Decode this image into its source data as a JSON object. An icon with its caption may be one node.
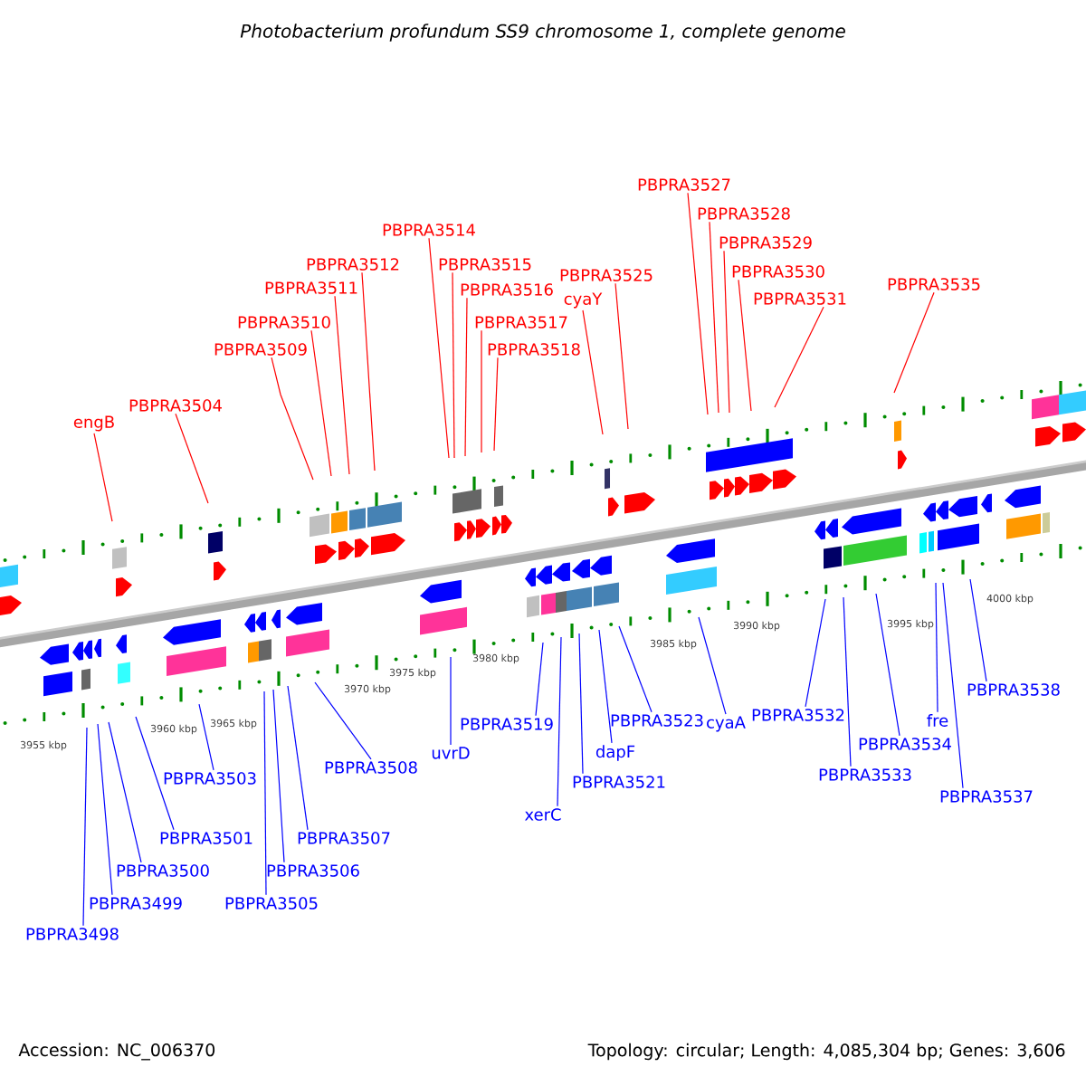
{
  "diagram": {
    "title": "Photobacterium profundum SS9 chromosome 1, complete genome",
    "nodes": [
      {
        "text": [
          "engB"
        ]
      },
      {
        "text": [
          "PBPRA3504"
        ]
      },
      {
        "text": [
          "PBPRA3509"
        ]
      },
      {
        "text": [
          "PBPRA3510"
        ]
      },
      {
        "text": [
          "PBPRA3511"
        ]
      },
      {
        "text": [
          "PBPRA3512"
        ]
      },
      {
        "text": [
          "PBPRA3514"
        ]
      },
      {
        "text": [
          "PBPRA3515"
        ]
      },
      {
        "text": [
          "PBPRA3516"
        ]
      },
      {
        "text": [
          "PBPRA3517"
        ]
      },
      {
        "text": [
          "PBPRA3518"
        ]
      },
      {
        "text": [
          "cyaY"
        ]
      },
      {
        "text": [
          "PBPRA3525"
        ]
      },
      {
        "text": [
          "PBPRA3527"
        ]
      },
      {
        "text": [
          "PBPRA3528"
        ]
      },
      {
        "text": [
          "PBPRA3530"
        ]
      },
      {
        "text": [
          "PBPRA3529"
        ]
      },
      {
        "text": [
          "PBPRA3531"
        ]
      },
      {
        "text": [
          "PBPRA3535"
        ]
      },
      {
        "text": [
          "PBPRA3498"
        ]
      },
      {
        "text": [
          "PBPRA3499"
        ]
      },
      {
        "text": [
          "PBPRA3500"
        ]
      },
      {
        "text": [
          "PBPRA3501"
        ]
      },
      {
        "text": [
          "PBPRA3503"
        ]
      },
      {
        "text": [
          "PBPRA3505"
        ]
      },
      {
        "text": [
          "PBPRA3506"
        ]
      },
      {
        "text": [
          "PBPRA3507"
        ]
      },
      {
        "text": [
          "PBPRA3508"
        ]
      },
      {
        "text": [
          "uvrD"
        ]
      },
      {
        "text": [
          "PBPRA3519"
        ]
      },
      {
        "text": [
          "xerC"
        ]
      },
      {
        "text": [
          "PBPRA3521"
        ]
      },
      {
        "text": [
          "dapF"
        ]
      },
      {
        "text": [
          "PBPRA3523"
        ]
      },
      {
        "text": [
          "cyaA"
        ]
      },
      {
        "text": [
          "PBPRA3532"
        ]
      },
      {
        "text": [
          "PBPRA3533"
        ]
      },
      {
        "text": [
          "PBPRA3534"
        ]
      },
      {
        "text": [
          "PBPRA3538"
        ]
      },
      {
        "text": [
          "fre"
        ]
      },
      {
        "text": [
          "PBPRA3537"
        ]
      }
    ],
    "edges": [
      {
        "from": 0,
        "to": null,
        "arrow": "none",
        "color": "#ff0000"
      },
      {
        "from": 1,
        "to": null,
        "arrow": "none",
        "color": "#ff0000"
      },
      {
        "from": 2,
        "to": null,
        "arrow": "none",
        "color": "#ff0000"
      },
      {
        "from": 3,
        "to": null,
        "arrow": "none",
        "color": "#ff0000"
      },
      {
        "from": 4,
        "to": null,
        "arrow": "none",
        "color": "#ff0000"
      },
      {
        "from": 5,
        "to": null,
        "arrow": "none",
        "color": "#ff0000"
      },
      {
        "from": 6,
        "to": null,
        "arrow": "none",
        "color": "#ff0000"
      },
      {
        "from": 7,
        "to": null,
        "arrow": "none",
        "color": "#ff0000"
      },
      {
        "from": 8,
        "to": null,
        "arrow": "none",
        "color": "#ff0000"
      },
      {
        "from": 9,
        "to": null,
        "arrow": "none",
        "color": "#ff0000"
      },
      {
        "from": 10,
        "to": null,
        "arrow": "none",
        "color": "#ff0000"
      },
      {
        "from": 11,
        "to": null,
        "arrow": "none",
        "color": "#ff0000"
      },
      {
        "from": 12,
        "to": null,
        "arrow": "none",
        "color": "#ff0000"
      },
      {
        "from": 13,
        "to": null,
        "arrow": "none",
        "color": "#ff0000"
      },
      {
        "from": 14,
        "to": null,
        "arrow": "none",
        "color": "#ff0000"
      },
      {
        "from": 15,
        "to": null,
        "arrow": "none",
        "color": "#ff0000"
      },
      {
        "from": 16,
        "to": null,
        "arrow": "none",
        "color": "#ff0000"
      },
      {
        "from": 17,
        "to": null,
        "arrow": "none",
        "color": "#ff0000"
      },
      {
        "from": 18,
        "to": null,
        "arrow": "none",
        "color": "#ff0000"
      },
      {
        "from": 19,
        "to": null,
        "arrow": "none"
      },
      {
        "from": 20,
        "to": null,
        "arrow": "none"
      },
      {
        "from": 21,
        "to": null,
        "arrow": "none"
      },
      {
        "from": 22,
        "to": null,
        "arrow": "none"
      },
      {
        "from": 23,
        "to": null,
        "arrow": "none"
      },
      {
        "from": 24,
        "to": null,
        "arrow": "none"
      },
      {
        "from": 25,
        "to": null,
        "arrow": "none"
      },
      {
        "from": 26,
        "to": null,
        "arrow": "none"
      },
      {
        "from": 27,
        "to": null,
        "arrow": "none"
      },
      {
        "from": 28,
        "to": null,
        "arrow": "none"
      },
      {
        "from": 29,
        "to": null,
        "arrow": "none"
      },
      {
        "from": 30,
        "to": null,
        "arrow": "none"
      },
      {
        "from": 31,
        "to": null,
        "arrow": "none"
      },
      {
        "from": 32,
        "to": null,
        "arrow": "none"
      },
      {
        "from": 33,
        "to": null,
        "arrow": "none"
      },
      {
        "from": 34,
        "to": null,
        "arrow": "none"
      },
      {
        "from": 35,
        "to": null,
        "arrow": "none"
      },
      {
        "from": 36,
        "to": null,
        "arrow": "none"
      },
      {
        "from": 37,
        "to": null,
        "arrow": "none"
      },
      {
        "from": 38,
        "to": null,
        "arrow": "none"
      },
      {
        "from": 39,
        "to": null,
        "arrow": "none"
      },
      {
        "from": 40,
        "to": null,
        "arrow": "none"
      }
    ],
    "labels": [
      "3955 kbp",
      "3960 kbp",
      "3965 kbp",
      "3970 kbp",
      "3975 kbp",
      "3980 kbp",
      "3985 kbp",
      "3990 kbp",
      "3995 kbp",
      "4000 kbp",
      "Accession: NC_006370",
      "Topology: circular; Length: 4,085,304 bp; Genes: 3,606"
    ]
  }
}
